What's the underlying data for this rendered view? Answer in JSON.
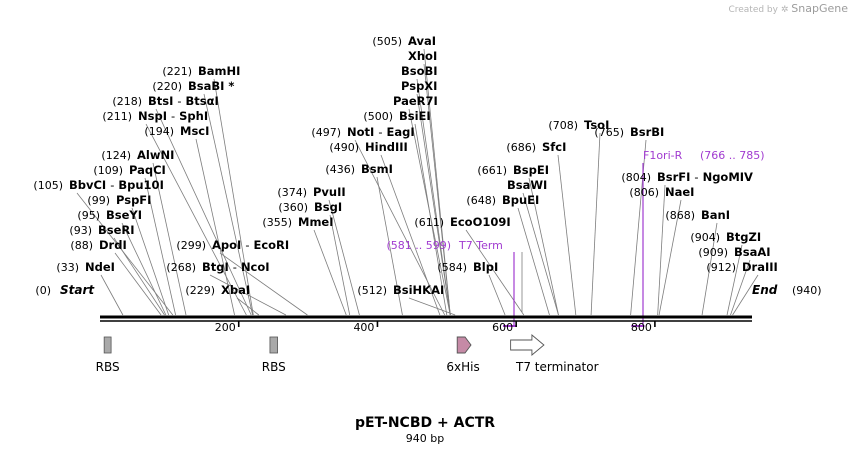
{
  "watermark": {
    "created_by": "Created by",
    "brand": "SnapGene"
  },
  "map": {
    "title": "pET-NCBD + ACTR",
    "length_label": "940 bp",
    "length": 940
  },
  "ends": [
    {
      "pos": 0,
      "label": "Start",
      "pos_label": "(0)"
    },
    {
      "pos": 940,
      "label": "End",
      "pos_label": "(940)"
    }
  ],
  "ticks": [
    {
      "pos": 200,
      "label": "200"
    },
    {
      "pos": 400,
      "label": "400"
    },
    {
      "pos": 600,
      "label": "600"
    },
    {
      "pos": 800,
      "label": "800"
    }
  ],
  "sites": [
    {
      "pos": 33,
      "pos_label": "(33)",
      "name": "NdeI"
    },
    {
      "pos": 88,
      "pos_label": "(88)",
      "name": "DrdI"
    },
    {
      "pos": 93,
      "pos_label": "(93)",
      "name": "BseRI"
    },
    {
      "pos": 95,
      "pos_label": "(95)",
      "name": "BseYI"
    },
    {
      "pos": 99,
      "pos_label": "(99)",
      "name": "PspFI"
    },
    {
      "pos": 105,
      "pos_label": "(105)",
      "name": "BbvCI - Bpu10I"
    },
    {
      "pos": 109,
      "pos_label": "(109)",
      "name": "PaqCI"
    },
    {
      "pos": 124,
      "pos_label": "(124)",
      "name": "AlwNI"
    },
    {
      "pos": 194,
      "pos_label": "(194)",
      "name": "MscI"
    },
    {
      "pos": 211,
      "pos_label": "(211)",
      "name": "NspI - SphI"
    },
    {
      "pos": 218,
      "pos_label": "(218)",
      "name": "BtsI - BtsαI"
    },
    {
      "pos": 220,
      "pos_label": "(220)",
      "name": "BsaBI *"
    },
    {
      "pos": 221,
      "pos_label": "(221)",
      "name": "BamHI"
    },
    {
      "pos": 229,
      "pos_label": "(229)",
      "name": "XbaI"
    },
    {
      "pos": 268,
      "pos_label": "(268)",
      "name": "BtgI - NcoI"
    },
    {
      "pos": 299,
      "pos_label": "(299)",
      "name": "ApoI - EcoRI"
    },
    {
      "pos": 355,
      "pos_label": "(355)",
      "name": "MmeI"
    },
    {
      "pos": 360,
      "pos_label": "(360)",
      "name": "BsgI"
    },
    {
      "pos": 374,
      "pos_label": "(374)",
      "name": "PvuII"
    },
    {
      "pos": 436,
      "pos_label": "(436)",
      "name": "BsmI"
    },
    {
      "pos": 490,
      "pos_label": "(490)",
      "name": "HindIII"
    },
    {
      "pos": 497,
      "pos_label": "(497)",
      "name": "NotI - EagI"
    },
    {
      "pos": 500,
      "pos_label": "(500)",
      "name": "BsiEI"
    },
    {
      "pos": 505,
      "pos_label": "(505)",
      "name": "AvaI"
    },
    {
      "pos": 505,
      "pos_label": "",
      "name": "XhoI"
    },
    {
      "pos": 505,
      "pos_label": "",
      "name": "BsoBI"
    },
    {
      "pos": 505,
      "pos_label": "",
      "name": "PspXI"
    },
    {
      "pos": 505,
      "pos_label": "",
      "name": "PaeR7I"
    },
    {
      "pos": 512,
      "pos_label": "(512)",
      "name": "BsiHKAI"
    },
    {
      "pos": 584,
      "pos_label": "(584)",
      "name": "BlpI"
    },
    {
      "pos": 611,
      "pos_label": "(611)",
      "name": "EcoO109I"
    },
    {
      "pos": 648,
      "pos_label": "(648)",
      "name": "BpuEI"
    },
    {
      "pos": 661,
      "pos_label": "(661)",
      "name": "BspEI"
    },
    {
      "pos": 661,
      "pos_label": "",
      "name": "BsaWI"
    },
    {
      "pos": 686,
      "pos_label": "(686)",
      "name": "SfcI"
    },
    {
      "pos": 708,
      "pos_label": "(708)",
      "name": "TsoI"
    },
    {
      "pos": 765,
      "pos_label": "(765)",
      "name": "BsrBI"
    },
    {
      "pos": 804,
      "pos_label": "(804)",
      "name": "BsrFI - NgoMIV"
    },
    {
      "pos": 806,
      "pos_label": "(806)",
      "name": "NaeI"
    },
    {
      "pos": 868,
      "pos_label": "(868)",
      "name": "BanI"
    },
    {
      "pos": 904,
      "pos_label": "(904)",
      "name": "BtgZI"
    },
    {
      "pos": 909,
      "pos_label": "(909)",
      "name": "BsaAI"
    },
    {
      "pos": 912,
      "pos_label": "(912)",
      "name": "DraIII"
    }
  ],
  "primer_features": [
    {
      "name": "T7 Term",
      "range_label": "(581 .. 599)",
      "start": 581,
      "end": 599,
      "color": "#a13bd0"
    },
    {
      "name": "F1ori-R",
      "range_label": "(766 .. 785)",
      "start": 766,
      "end": 785,
      "color": "#a13bd0"
    }
  ],
  "features": [
    {
      "name": "RBS",
      "start": 6,
      "end": 16,
      "shape": "box",
      "color": "#a9a9a9"
    },
    {
      "name": "RBS",
      "start": 245,
      "end": 256,
      "shape": "box",
      "color": "#a9a9a9"
    },
    {
      "name": "6xHis",
      "start": 515,
      "end": 532,
      "shape": "arrow",
      "color": "#c58aa6"
    },
    {
      "name": "T7 terminator",
      "start": 592,
      "end": 640,
      "shape": "arrow",
      "color": "#ffffff"
    }
  ]
}
